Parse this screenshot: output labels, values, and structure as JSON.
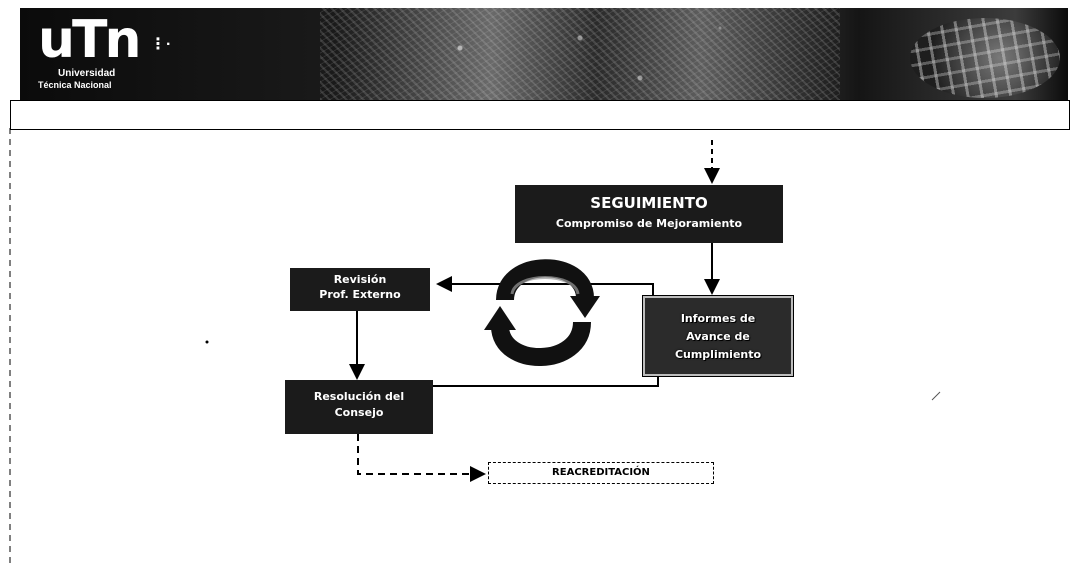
{
  "header": {
    "logo_text": "uTn",
    "logo_line1": "Universidad",
    "logo_line2": "Técnica Nacional"
  },
  "diagram": {
    "seguimiento_title": "SEGUIMIENTO",
    "seguimiento_subtitle": "Compromiso de Mejoramiento",
    "revision_line1": "Revisión",
    "revision_line2": "Prof. Externo",
    "resolucion_line1": "Resolución del",
    "resolucion_line2": "Consejo",
    "informes_line1": "Informes de",
    "informes_line2": "Avance de",
    "informes_line3": "Cumplimiento",
    "reacreditacion": "REACREDITACIÓN"
  },
  "colors": {
    "box_fill": "#1b1b1b",
    "line": "#000000",
    "background": "#ffffff"
  }
}
